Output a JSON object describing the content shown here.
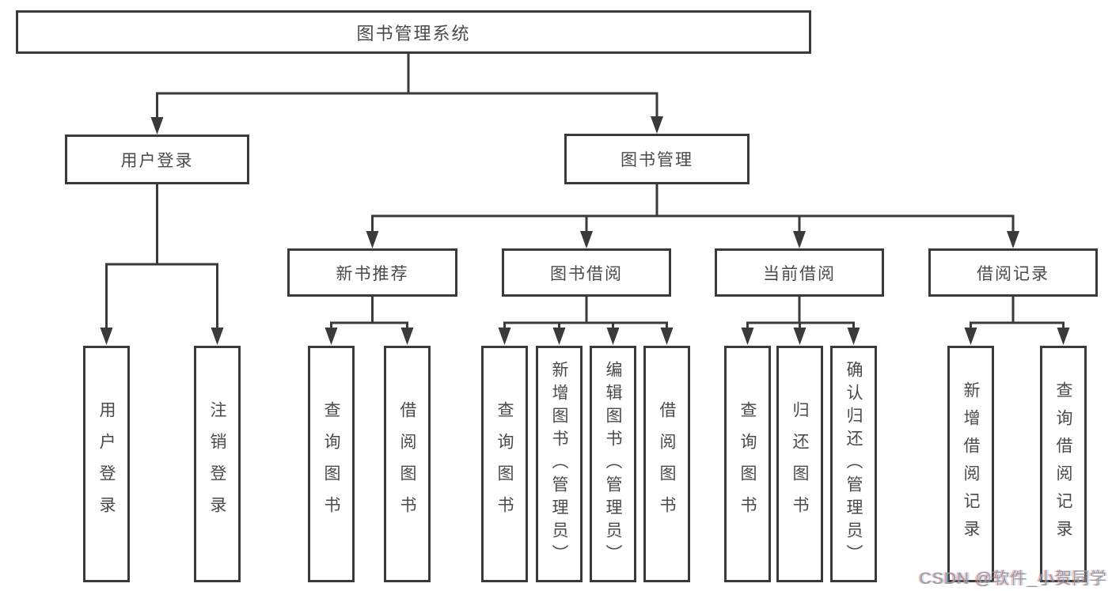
{
  "tree": {
    "label": "图书管理系统",
    "children": [
      {
        "label": "用户登录",
        "children": [
          {
            "label": "用户登录"
          },
          {
            "label": "注销登录"
          }
        ]
      },
      {
        "label": "图书管理",
        "children": [
          {
            "label": "新书推荐",
            "children": [
              {
                "label": "查询图书"
              },
              {
                "label": "借阅图书"
              }
            ]
          },
          {
            "label": "图书借阅",
            "children": [
              {
                "label": "查询图书"
              },
              {
                "label": "新增图书（管理员）"
              },
              {
                "label": "编辑图书（管理员）"
              },
              {
                "label": "借阅图书"
              }
            ]
          },
          {
            "label": "当前借阅",
            "children": [
              {
                "label": "查询图书"
              },
              {
                "label": "归还图书"
              },
              {
                "label": "确认归还（管理员）"
              }
            ]
          },
          {
            "label": "借阅记录",
            "children": [
              {
                "label": "新增借阅记录"
              },
              {
                "label": "查询借阅记录"
              }
            ]
          }
        ]
      }
    ]
  },
  "watermark": {
    "text": "CSDN @软件_小贺同学"
  },
  "colors": {
    "line": "#3a3a3a",
    "text": "#4a4a4a",
    "watermark": "#9b9b9b",
    "background": "#ffffff"
  }
}
